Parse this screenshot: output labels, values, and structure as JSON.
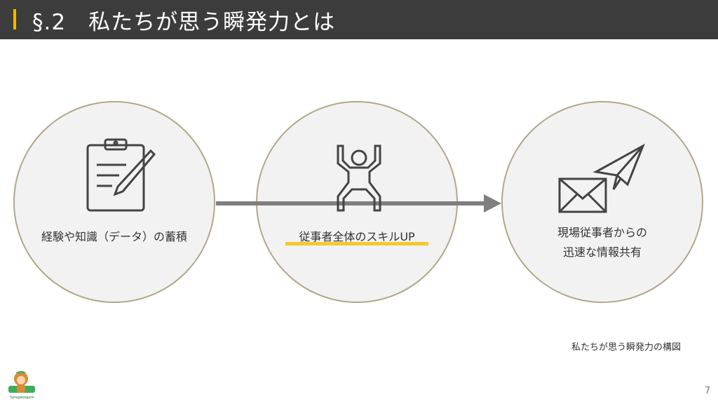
{
  "header": {
    "title": "§.2　私たちが思う瞬発力とは",
    "accent_color": "#f2b705"
  },
  "circles": [
    {
      "label": "経験や知識（データ）の蓄積",
      "icon": "clipboard-pencil-icon"
    },
    {
      "label": "従事者全体のスキルUP",
      "icon": "person-arms-up-icon"
    },
    {
      "label_line1": "現場従事者からの",
      "label_line2": "迅速な情報共有",
      "icon": "envelope-paper-plane-icon"
    }
  ],
  "caption": "私たちが思う瞬発力の構図",
  "page_number": "7",
  "logo": {
    "text": "Tamagawagumi"
  },
  "highlight_color": "#f7c72f"
}
